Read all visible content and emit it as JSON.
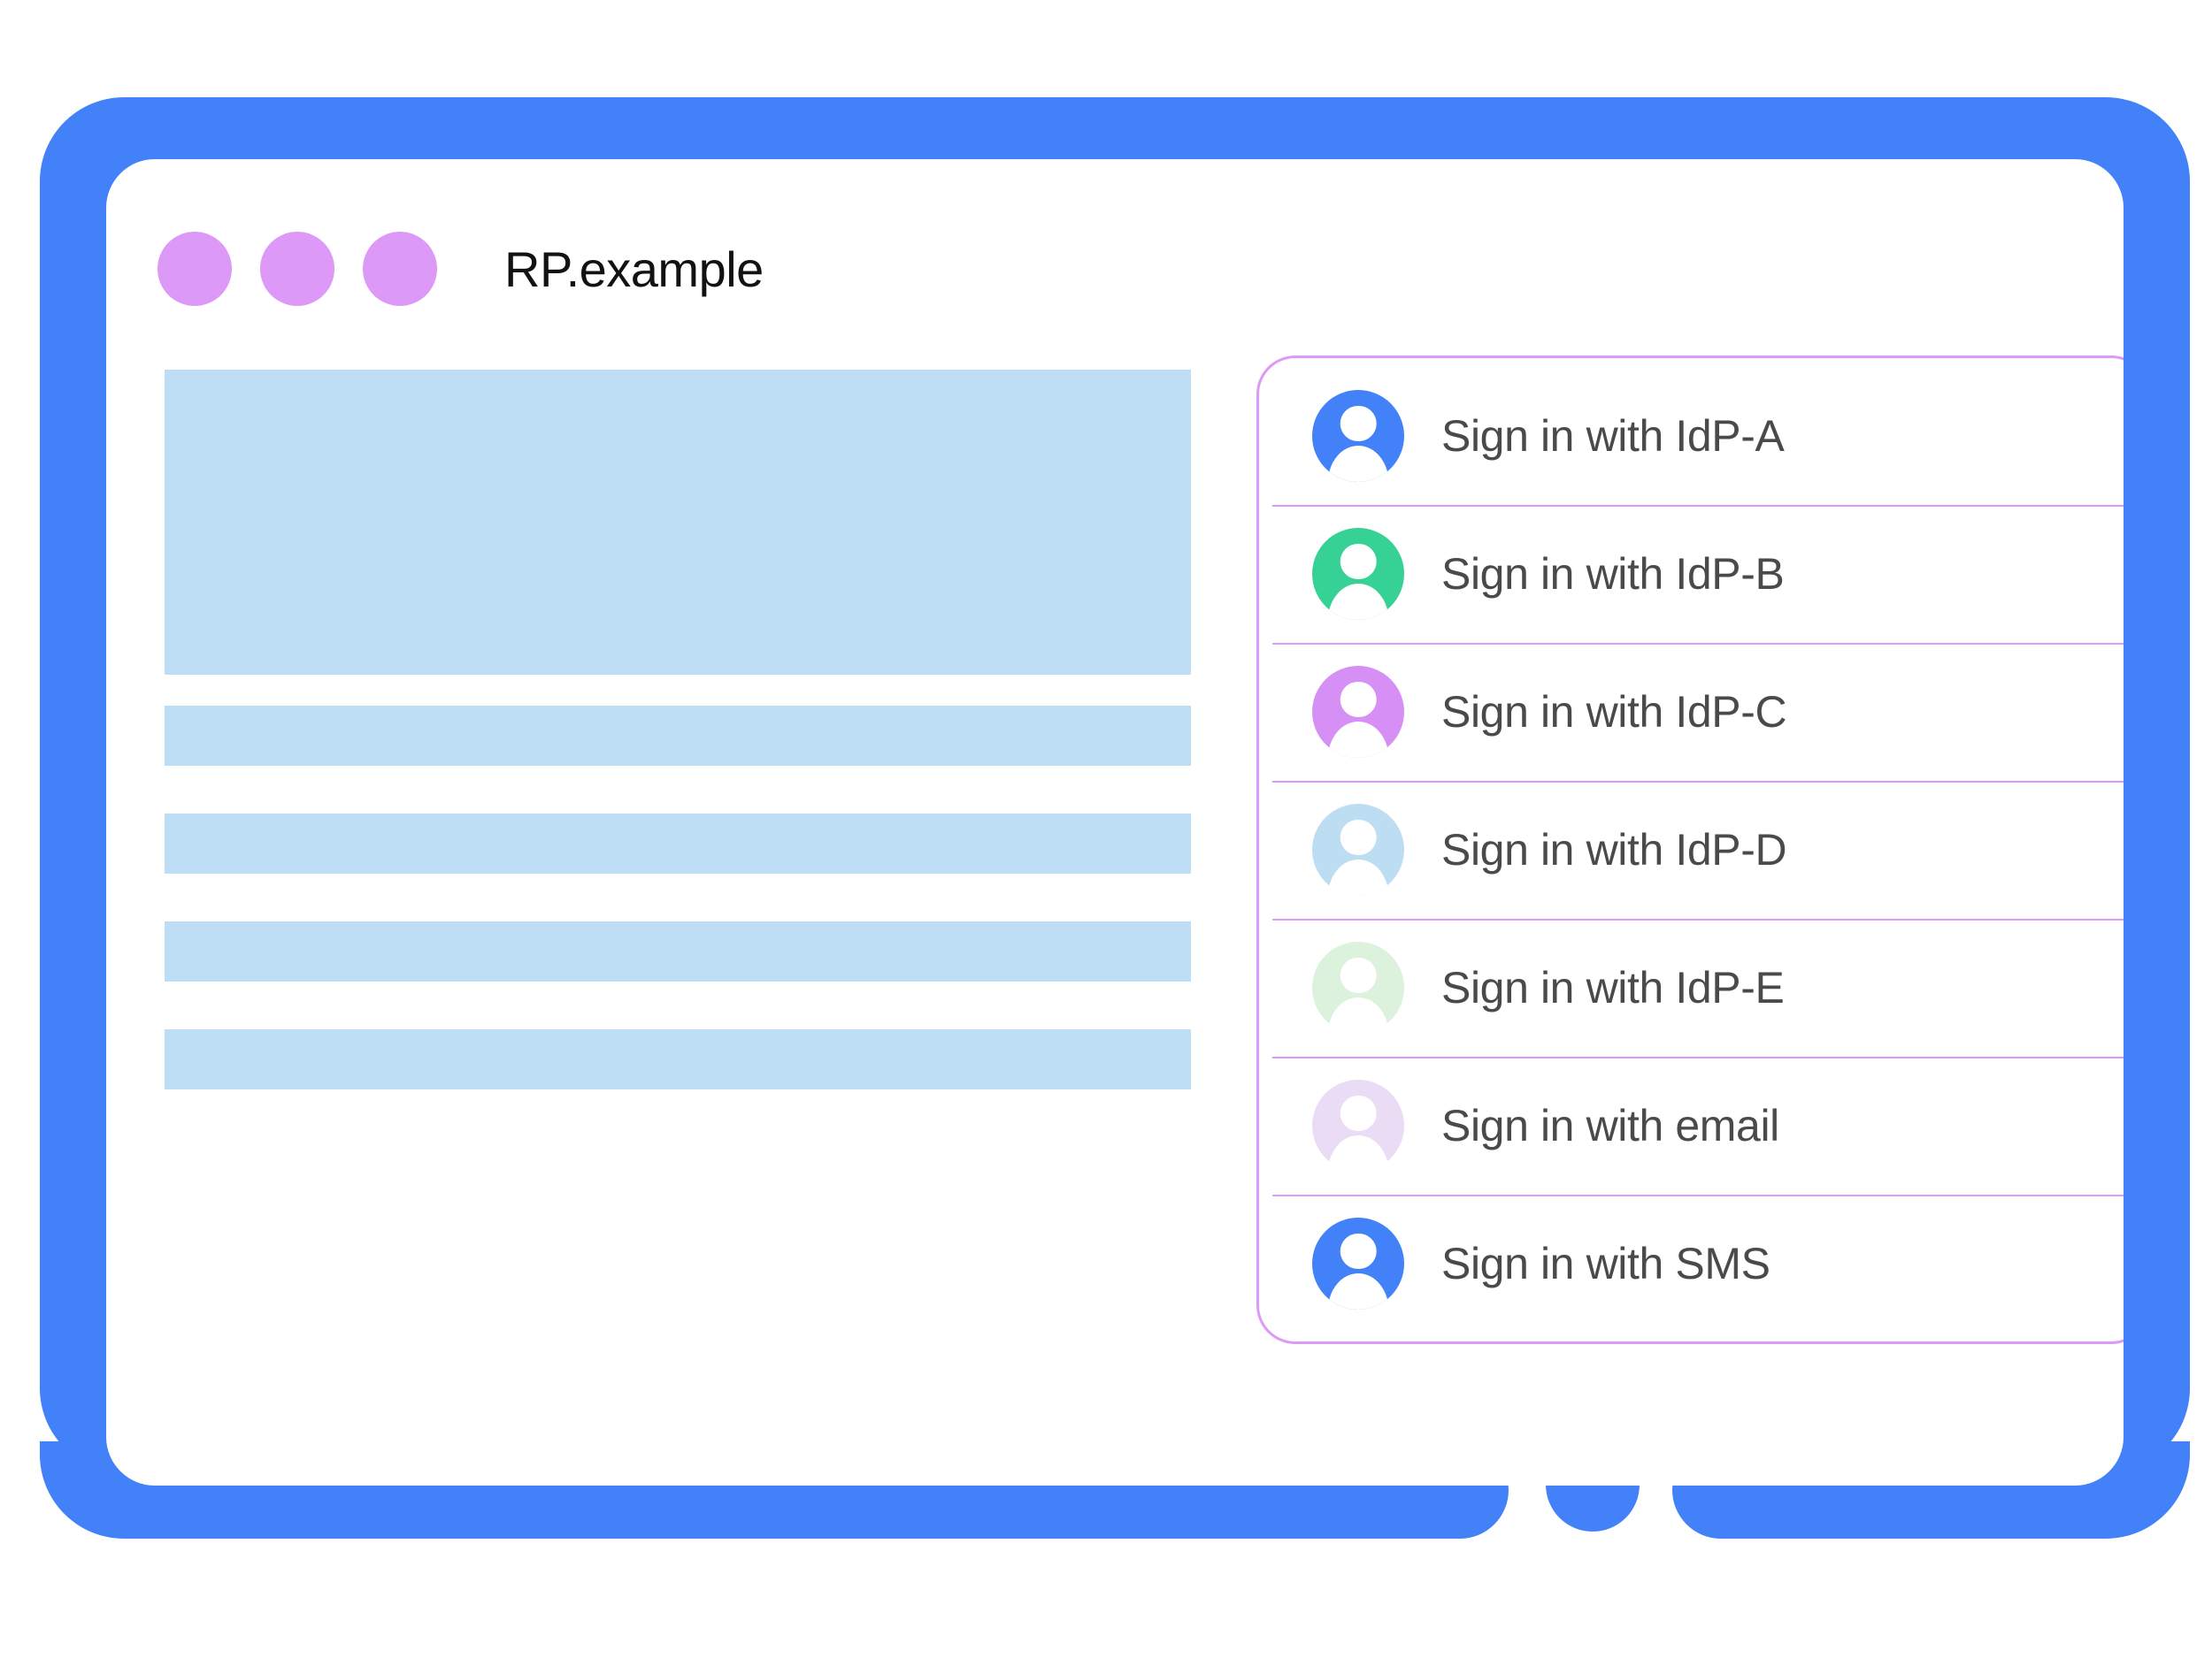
{
  "window": {
    "title": "RP.example",
    "dots_count": 3,
    "dot_color": "#DC99F8",
    "bezel_color": "#4281F8",
    "screen_background": "#FFFFFF"
  },
  "content_placeholders": [
    {
      "name": "hero-block",
      "kind": "hero",
      "color": "#BDDEF4"
    },
    {
      "name": "text-bar-1",
      "kind": "bar",
      "color": "#BDDEF4"
    },
    {
      "name": "text-bar-2",
      "kind": "bar",
      "color": "#BDDEF4"
    },
    {
      "name": "text-bar-3",
      "kind": "bar",
      "color": "#BDDEF4"
    },
    {
      "name": "text-bar-4",
      "kind": "bar",
      "color": "#BDDEF4"
    }
  ],
  "idp_panel": {
    "border_color": "#DC99F8",
    "divider_color": "#DC99F8",
    "label_color": "#4A4A4A",
    "items": [
      {
        "label": "Sign in with IdP-A",
        "icon": "avatar-icon",
        "avatar_color": "#4281F8"
      },
      {
        "label": "Sign in with IdP-B",
        "icon": "avatar-icon",
        "avatar_color": "#35D195"
      },
      {
        "label": "Sign in with IdP-C",
        "icon": "avatar-icon",
        "avatar_color": "#D68FF5"
      },
      {
        "label": "Sign in with IdP-D",
        "icon": "avatar-icon",
        "avatar_color": "#BDDDF2"
      },
      {
        "label": "Sign in with IdP-E",
        "icon": "avatar-icon",
        "avatar_color": "#DCF2DC"
      },
      {
        "label": "Sign in with email",
        "icon": "avatar-icon",
        "avatar_color": "#EADCF5"
      },
      {
        "label": "Sign in with SMS",
        "icon": "avatar-icon",
        "avatar_color": "#4281F8"
      }
    ]
  }
}
